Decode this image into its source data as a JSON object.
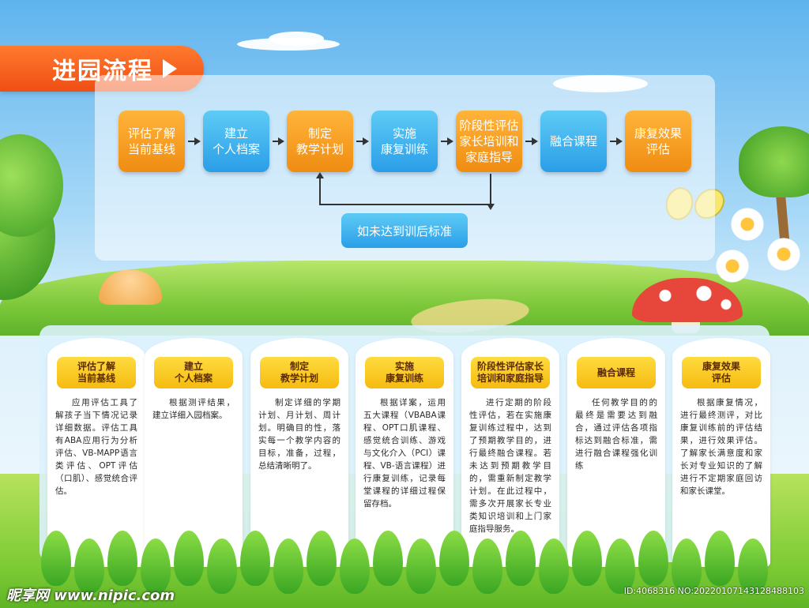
{
  "header": {
    "title": "进园流程"
  },
  "flow": {
    "steps": [
      {
        "label": "评估了解\n当前基线",
        "color": "orange"
      },
      {
        "label": "建立\n个人档案",
        "color": "blue"
      },
      {
        "label": "制定\n教学计划",
        "color": "orange"
      },
      {
        "label": "实施\n康复训练",
        "color": "blue"
      },
      {
        "label": "阶段性评估\n家长培训和\n家庭指导",
        "color": "orange"
      },
      {
        "label": "融合课程",
        "color": "blue"
      },
      {
        "label": "康复效果\n评估",
        "color": "orange"
      }
    ],
    "retrain_label": "如未达到训后标准"
  },
  "cards": [
    {
      "title": "评估了解\n当前基线",
      "body": "应用评估工具了解孩子当下情况记录详细数据。评估工具有ABA应用行为分析评估、VB-MAPP语言类评估、OPT评估（口肌）、感觉统合评估。"
    },
    {
      "title": "建立\n个人档案",
      "body": "根据测评结果，建立详细入园档案。"
    },
    {
      "title": "制定\n教学计划",
      "body": "制定详细的学期计划、月计划、周计划。明确目的性，落实每一个教学内容的目标，准备，过程，总结清晰明了。"
    },
    {
      "title": "实施\n康复训练",
      "body": "根据详案，运用五大课程（VBABA课程、OPT口肌课程、感觉统合训练、游戏与文化介入（PCI）课程、VB-语言课程）进行康复训练，记录每堂课程的详细过程保留存档。"
    },
    {
      "title": "阶段性评估家长\n培训和家庭指导",
      "body": "进行定期的阶段性评估，若在实施康复训练过程中，达到了预期教学目的，进行最终融合课程。若未达到预期教学目的，需重新制定教学计划。在此过程中，需多次开展家长专业类知识培训和上门家庭指导服务。"
    },
    {
      "title": "融合课程",
      "body": "任何教学目的的最终是需要达到融合，通过评估各项指标达到融合标准，需进行融合课程强化训练"
    },
    {
      "title": "康复效果\n评估",
      "body": "根据康复情况，进行最终测评，对比康复训练前的评估结果，进行效果评估。了解家长满意度和家长对专业知识的了解进行不定期家庭回访和家长课堂。"
    }
  ],
  "watermark": {
    "brand": "昵享网 www.nipic.com",
    "id": "ID:4068316 NO:20220107143128488103"
  },
  "colors": {
    "accent_orange": "#f08c12",
    "accent_blue": "#2a9ee8",
    "header_red": "#f04e14"
  }
}
